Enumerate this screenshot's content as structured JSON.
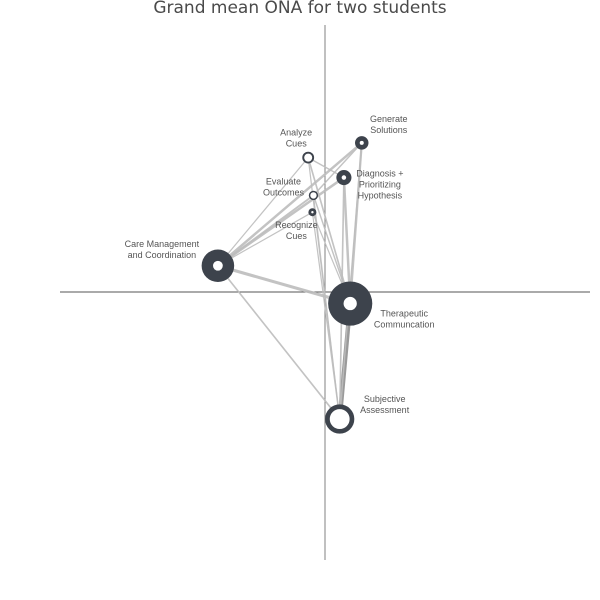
{
  "title": "Grand mean ONA for two students",
  "colors": {
    "axis": "#808080",
    "node": "#3d434c",
    "edge": "#bdbdbd",
    "edge_dark": "#9a9a9a",
    "label": "#555555"
  },
  "chart_data": {
    "type": "network",
    "title": "Grand mean ONA for two students",
    "nodes": [
      {
        "id": "analyze",
        "label_lines": [
          "Analyze",
          "Cues"
        ],
        "x": -0.16,
        "y": 1.28,
        "weight": 0.35,
        "style": "ring"
      },
      {
        "id": "generate",
        "label_lines": [
          "Generate",
          "Solutions"
        ],
        "x": 0.35,
        "y": 1.42,
        "weight": 0.45,
        "style": "dot"
      },
      {
        "id": "diagnosis",
        "label_lines": [
          "Diagnosis +",
          "Prioritizing",
          "Hypothesis"
        ],
        "x": 0.18,
        "y": 1.09,
        "weight": 0.55,
        "style": "dot"
      },
      {
        "id": "evaluate",
        "label_lines": [
          "Evaluate",
          "Outcomes"
        ],
        "x": -0.11,
        "y": 0.92,
        "weight": 0.2,
        "style": "ring"
      },
      {
        "id": "recognize",
        "label_lines": [
          "Recognize",
          "Cues"
        ],
        "x": -0.12,
        "y": 0.76,
        "weight": 0.12,
        "style": "dot"
      },
      {
        "id": "care",
        "label_lines": [
          "Care Management",
          "and Coordination"
        ],
        "x": -1.02,
        "y": 0.25,
        "weight": 1.6,
        "style": "dot"
      },
      {
        "id": "therapeutic",
        "label_lines": [
          "Therapeutic",
          "Communcation"
        ],
        "x": 0.24,
        "y": -0.11,
        "weight": 2.3,
        "style": "dot"
      },
      {
        "id": "subjective",
        "label_lines": [
          "Subjective",
          "Assessment"
        ],
        "x": 0.14,
        "y": -1.21,
        "weight": 1.4,
        "style": "ring"
      }
    ],
    "edges": [
      {
        "source": "therapeutic",
        "target": "subjective",
        "weight": 0.9
      },
      {
        "source": "care",
        "target": "therapeutic",
        "weight": 0.6
      },
      {
        "source": "care",
        "target": "generate",
        "weight": 0.45
      },
      {
        "source": "care",
        "target": "diagnosis",
        "weight": 0.45
      },
      {
        "source": "care",
        "target": "subjective",
        "weight": 0.25
      },
      {
        "source": "care",
        "target": "evaluate",
        "weight": 0.3
      },
      {
        "source": "care",
        "target": "recognize",
        "weight": 0.15
      },
      {
        "source": "care",
        "target": "analyze",
        "weight": 0.15
      },
      {
        "source": "generate",
        "target": "therapeutic",
        "weight": 0.4
      },
      {
        "source": "diagnosis",
        "target": "therapeutic",
        "weight": 0.45
      },
      {
        "source": "analyze",
        "target": "therapeutic",
        "weight": 0.25
      },
      {
        "source": "analyze",
        "target": "diagnosis",
        "weight": 0.2
      },
      {
        "source": "analyze",
        "target": "subjective",
        "weight": 0.15
      },
      {
        "source": "evaluate",
        "target": "therapeutic",
        "weight": 0.2
      },
      {
        "source": "evaluate",
        "target": "generate",
        "weight": 0.2
      },
      {
        "source": "evaluate",
        "target": "subjective",
        "weight": 0.15
      },
      {
        "source": "recognize",
        "target": "therapeutic",
        "weight": 0.15
      },
      {
        "source": "recognize",
        "target": "subjective",
        "weight": 0.15
      },
      {
        "source": "diagnosis",
        "target": "subjective",
        "weight": 0.25
      },
      {
        "source": "generate",
        "target": "subjective",
        "weight": 0.2
      }
    ],
    "xlim": [
      -2.5,
      2.5
    ],
    "ylim": [
      -2.5,
      2.5
    ],
    "axes": "cross-at-origin",
    "grid": false,
    "legend": "none"
  }
}
